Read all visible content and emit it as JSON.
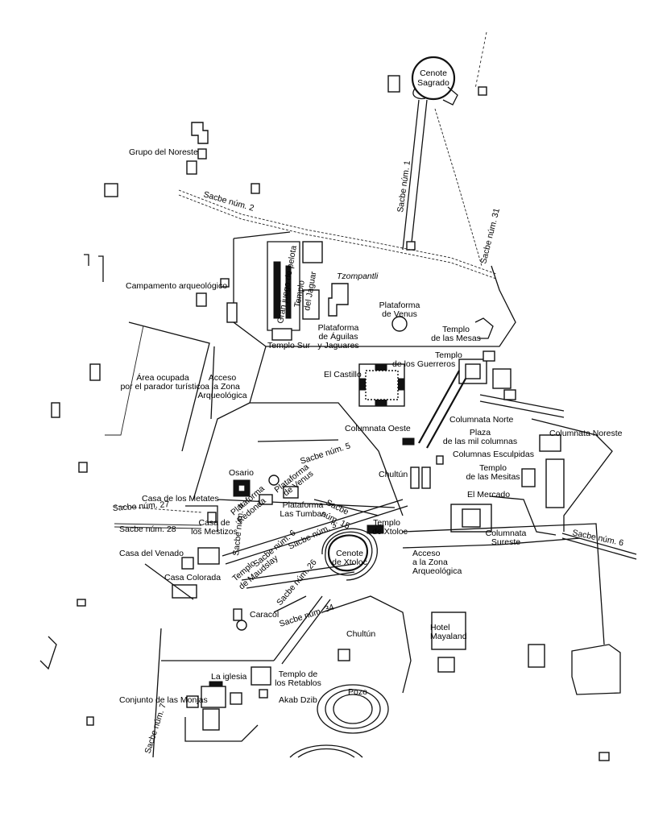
{
  "map": {
    "labels": {
      "cenote_sagrado": [
        "Cenote",
        "Sagrado"
      ],
      "grupo_noreste": "Grupo del Noreste",
      "sacbe_2": "Sacbe núm. 2",
      "sacbe_1": "Sacbe núm. 1",
      "sacbe_31": "Sacbe núm. 31",
      "campamento": "Campamento arqueológico",
      "gran_juego": "Gran juego de pelota",
      "templo_jaguar": [
        "Templo",
        "del Jaguar"
      ],
      "tzompantli": "Tzompantli",
      "plataforma_venus_n": [
        "Plataforma",
        "de Venus"
      ],
      "plataforma_aguilas": [
        "Plataforma",
        "de Águilas",
        "y Jaguares"
      ],
      "templo_sur": "Templo Sur",
      "templo_mesas": [
        "Templo",
        "de las Mesas"
      ],
      "templo_guerreros": [
        "Templo",
        "de los Guerreros"
      ],
      "el_castillo": "El Castillo",
      "area_parador": [
        "Área ocupada",
        "por el parador turístico"
      ],
      "acceso_zona_w": [
        "Acceso",
        "a la Zona",
        "Arqueológica"
      ],
      "columnata_oeste": "Columnata Oeste",
      "columnata_norte": "Columnata Norte",
      "columnata_noreste": "Columnata Noreste",
      "plaza_mil": [
        "Plaza",
        "de las mil columnas"
      ],
      "columnas_esculpidas": "Columnas Esculpidas",
      "templo_mesitas": [
        "Templo",
        "de las Mesitas"
      ],
      "el_mercado": "El Mercado",
      "columnata_sureste": [
        "Columnata",
        "Sureste"
      ],
      "sacbe_6_e": "Sacbe núm. 6",
      "chultun_n": "Chultún",
      "sacbe_5": "Sacbe núm. 5",
      "osario": "Osario",
      "plataforma_venus_s": [
        "Plataforma",
        "de Venus"
      ],
      "plataforma_tumbas": [
        "Plataforma",
        "Las Tumbas"
      ],
      "plataforma_redonda": [
        "Plataforma",
        "Redonda"
      ],
      "sacbe_15": [
        "Sacbe",
        "núm. 15"
      ],
      "casa_metates": "Casa de los Metates",
      "sacbe_27": "Sacbe núm. 27",
      "sacbe_28": "Sacbe núm. 28",
      "casa_mestizos": [
        "Casa de",
        "los Mestizos"
      ],
      "sacbe_4": "Sacbe núm. 4",
      "sacbe_3": "Sacbe núm. 3",
      "templo_xtoloc": [
        "Templo",
        "de Xtoloc"
      ],
      "cenote_xtoloc": [
        "Cenote",
        "de Xtoloc"
      ],
      "acceso_zona_e": [
        "Acceso",
        "a la Zona",
        "Arqueológica"
      ],
      "casa_venado": "Casa del Venado",
      "casa_colorada": "Casa Colorada",
      "templo_mudaday": [
        "Templo",
        "de Maudslay"
      ],
      "sacbe_6_w": "Sacbe núm. 6",
      "sacbe_26": "Sacbe núm. 26",
      "caracol": "Caracol",
      "sacbe_34": "Sacbe núm. 34",
      "chultun_s": "Chultún",
      "hotel_mayaland": [
        "Hotel",
        "Mayaland"
      ],
      "la_iglesia": "La iglesia",
      "templo_retablos": [
        "Templo de",
        "los Retablos"
      ],
      "pozo": "Pozo",
      "conjunto_monjas": "Conjunto de las Monjas",
      "akab_dzib": "Akab Dzib",
      "sacbe_7": "Sacbe núm. 7"
    }
  }
}
